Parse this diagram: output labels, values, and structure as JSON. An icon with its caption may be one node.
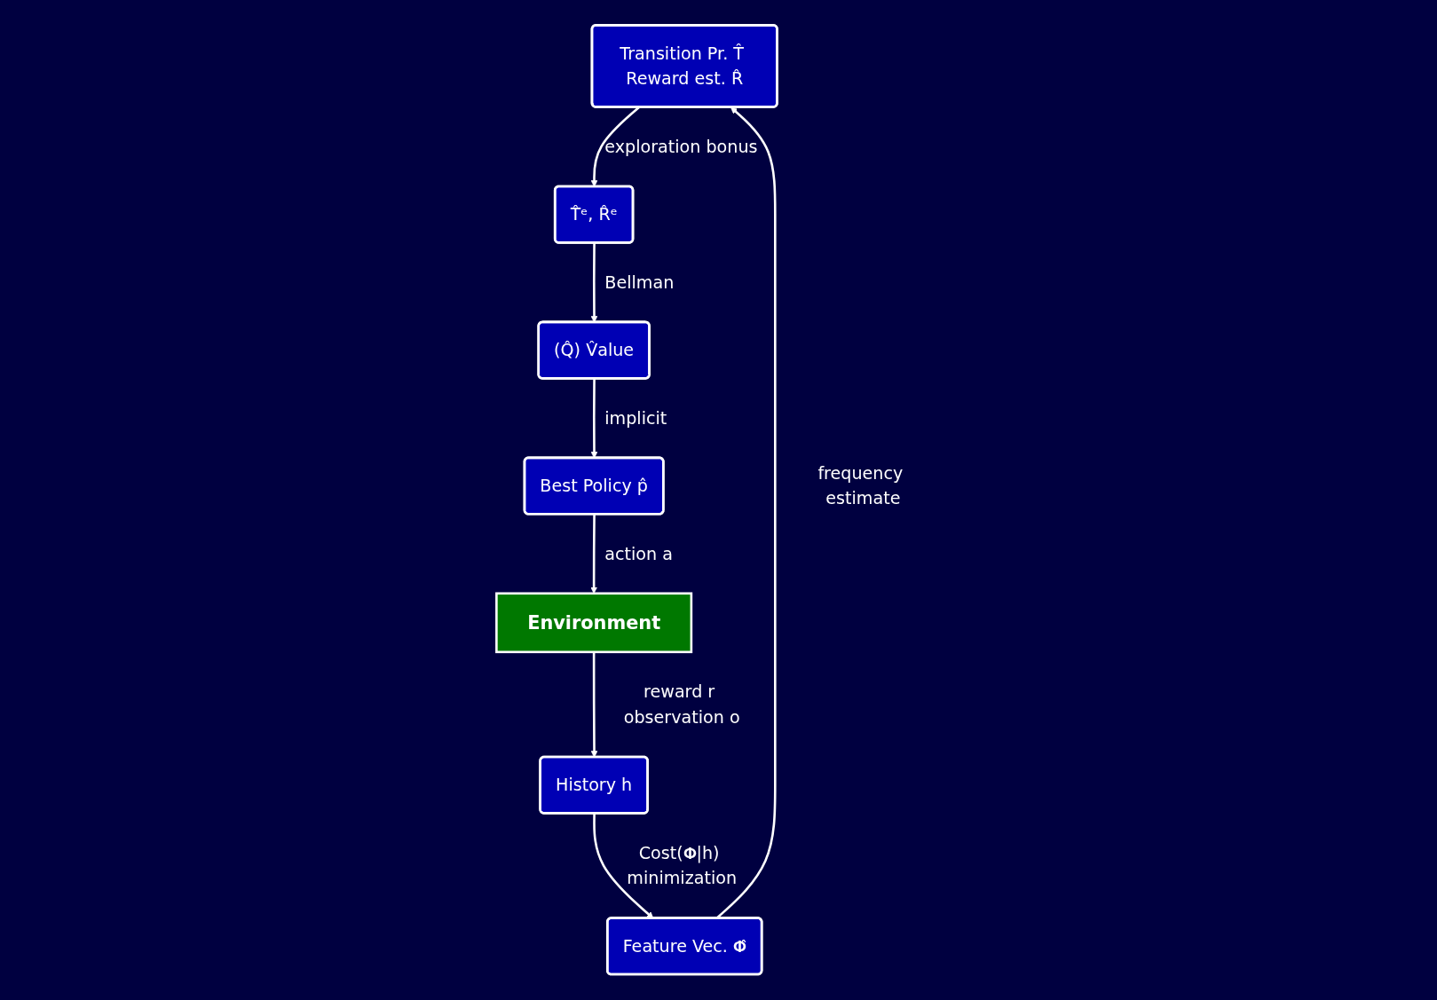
{
  "diagram": {
    "nodes": [
      {
        "text": [
          "Transition Pr. T̂ Reward est. R̂"
        ]
      },
      {
        "text": [
          "T̂ᵉ, R̂ᵉ"
        ]
      },
      {
        "text": [
          "Feature Vec. 𝚽̂"
        ]
      },
      {
        "text": [
          "(Q̂) V̂alue"
        ]
      },
      {
        "text": [
          "History h"
        ]
      },
      {
        "text": [
          "Best Policy p̂"
        ]
      },
      {
        "text": [
          "Environment"
        ]
      }
    ],
    "edges": [
      {
        "from": 0,
        "to": 1,
        "arrow": "to",
        "label": "exploration bonus"
      },
      {
        "from": 2,
        "to": 0,
        "arrow": "to",
        "label": "frequency estimate"
      },
      {
        "from": 1,
        "to": 3,
        "arrow": "to",
        "label": "Bellman"
      },
      {
        "from": 4,
        "to": 2,
        "arrow": "to",
        "label": "Cost(𝚽|h) minimization"
      },
      {
        "from": 3,
        "to": 5,
        "arrow": "to",
        "label": "implicit"
      },
      {
        "from": 6,
        "to": 4,
        "arrow": "to",
        "label": "reward r observation o"
      },
      {
        "from": 5,
        "to": 6,
        "arrow": "to",
        "label": "action a"
      }
    ]
  }
}
